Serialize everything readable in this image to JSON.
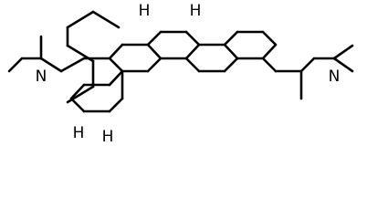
{
  "atoms": {
    "n3": "N",
    "n20": "N",
    "h8": "H",
    "h9": "H",
    "h14": "H",
    "h10": "H"
  }
}
